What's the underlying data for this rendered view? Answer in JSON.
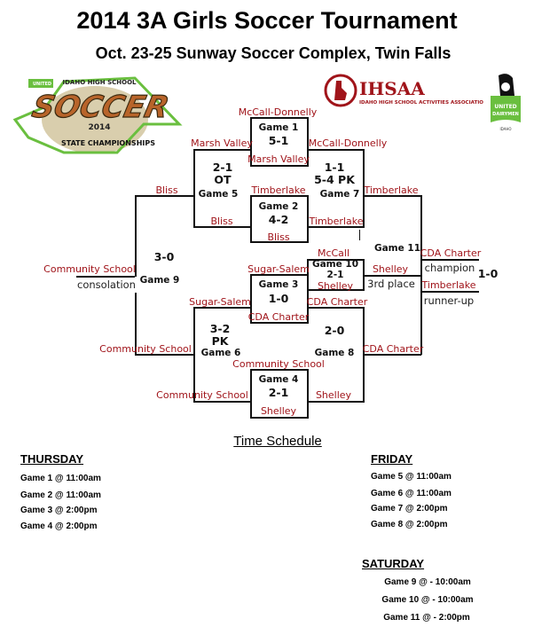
{
  "header": {
    "title": "2014 3A Girls Soccer Tournament",
    "subtitle": "Oct. 23-25 Sunway Soccer Complex, Twin Falls"
  },
  "logos": {
    "soccer": {
      "word": "SOCCER",
      "year": "2014",
      "banner": "STATE CHAMPIONSHIPS",
      "top": "IDAHO HIGH SCHOOL",
      "sponsor": "UNITED DAIRYMEN"
    },
    "ihsaa": {
      "name": "IHSAA",
      "full": "IDAHO HIGH SCHOOL ACTIVITIES ASSOCIATION"
    },
    "dairy": {
      "name": "UNITED DAIRYMEN",
      "sub": "of IDAHO"
    }
  },
  "colors": {
    "team": "#a0141a",
    "line": "#111111"
  },
  "bracket": {
    "g1": {
      "top": "McCall-Donnelly",
      "game": "Game 1",
      "score": "5-1",
      "bottom": "Marsh Valley"
    },
    "g2": {
      "top": "Timberlake",
      "game": "Game 2",
      "score": "4-2",
      "bottom": "Bliss"
    },
    "g3": {
      "top": "Sugar-Salem",
      "game": "Game 3",
      "score": "1-0",
      "bottom": "CDA Charter"
    },
    "g4": {
      "top": "Community School",
      "game": "Game 4",
      "score": "2-1",
      "bottom": "Shelley"
    },
    "g5": {
      "top": "Marsh Valley",
      "bottom": "Bliss",
      "game": "Game 5",
      "score": "2-1",
      "extra": "OT",
      "winner": "Bliss"
    },
    "g6": {
      "top": "Sugar-Salem",
      "bottom": "Community School",
      "game": "Game 6",
      "score": "3-2",
      "extra": "PK",
      "winner": "Community School"
    },
    "g7": {
      "top": "McCall-Donnelly",
      "bottom": "Timberlake",
      "game": "Game 7",
      "score": "1-1",
      "extra": "5-4 PK",
      "winner": "Timberlake"
    },
    "g8": {
      "top": "CDA Charter",
      "bottom": "Shelley",
      "game": "Game 8",
      "score": "2-0",
      "winner": "CDA Charter"
    },
    "g9": {
      "game": "Game 9",
      "score": "3-0",
      "winner": "Community School",
      "note": "consolation"
    },
    "g10": {
      "top": "McCall",
      "game": "Game 10",
      "score": "2-1",
      "bottom": "Shelley",
      "winner": "Shelley",
      "note": "3rd place"
    },
    "g11": {
      "game": "Game 11",
      "score": "1-0",
      "champion": "CDA Charter",
      "champion_note": "champion",
      "runnerup": "Timberlake",
      "runnerup_note": "runner-up"
    }
  },
  "schedule": {
    "title": "Time Schedule",
    "thursday": {
      "label": "THURSDAY",
      "items": [
        "Game 1 @ 11:00am",
        "Game 2 @ 11:00am",
        "Game 3 @ 2:00pm",
        "Game 4 @ 2:00pm"
      ]
    },
    "friday": {
      "label": "FRIDAY",
      "items": [
        "Game 5 @ 11:00am",
        "Game 6 @ 11:00am",
        "Game 7 @ 2:00pm",
        "Game 8 @ 2:00pm"
      ]
    },
    "saturday": {
      "label": "SATURDAY",
      "items": [
        "Game 9 @ - 10:00am",
        "Game 10 @ - 10:00am",
        "Game 11 @ - 2:00pm"
      ]
    }
  }
}
